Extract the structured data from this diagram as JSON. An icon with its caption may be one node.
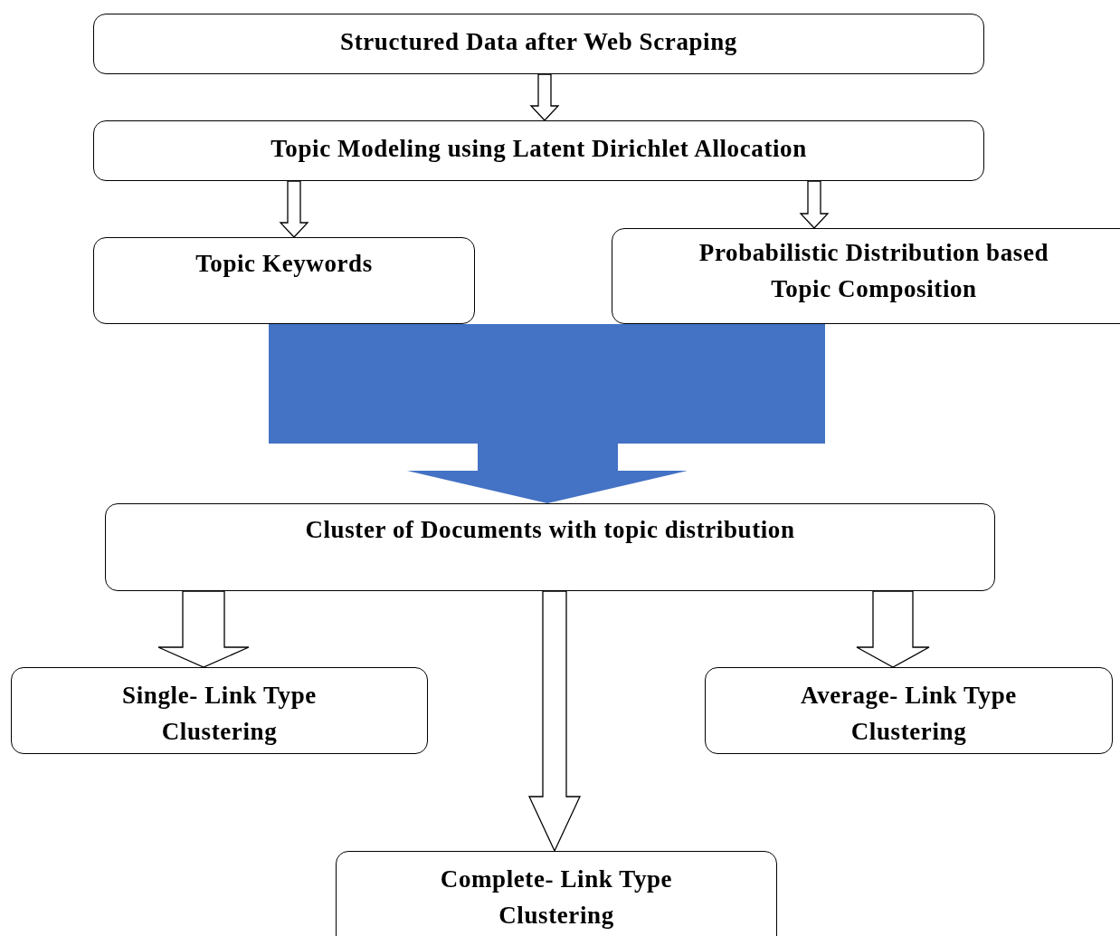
{
  "diagram": {
    "nodes": [
      {
        "text": [
          "Structured Data after Web Scraping"
        ]
      },
      {
        "text": [
          "Topic Modeling using Latent Dirichlet Allocation"
        ]
      },
      {
        "text": [
          "Topic Keywords"
        ]
      },
      {
        "text": [
          "Probabilistic Distribution based Topic Composition"
        ]
      },
      {
        "text": [
          "Cluster of Documents with topic distribution"
        ]
      },
      {
        "text": [
          "Single- Link Type Clustering"
        ]
      },
      {
        "text": [
          "Average- Link Type Clustering"
        ]
      },
      {
        "text": [
          "Complete- Link Type Clustering"
        ]
      }
    ],
    "edges": [
      {
        "from": 0,
        "to": 1,
        "arrow": "to"
      },
      {
        "from": 1,
        "to": 2,
        "arrow": "to"
      },
      {
        "from": 1,
        "to": 3,
        "arrow": "to"
      },
      {
        "from": 2,
        "to": 4,
        "arrow": "to",
        "style": "thick",
        "color": "#4472c4"
      },
      {
        "from": 3,
        "to": 4,
        "arrow": "to",
        "style": "thick",
        "color": "#4472c4"
      },
      {
        "from": 4,
        "to": 5,
        "arrow": "to"
      },
      {
        "from": 4,
        "to": 6,
        "arrow": "to"
      },
      {
        "from": 4,
        "to": 7,
        "arrow": "to"
      }
    ]
  }
}
